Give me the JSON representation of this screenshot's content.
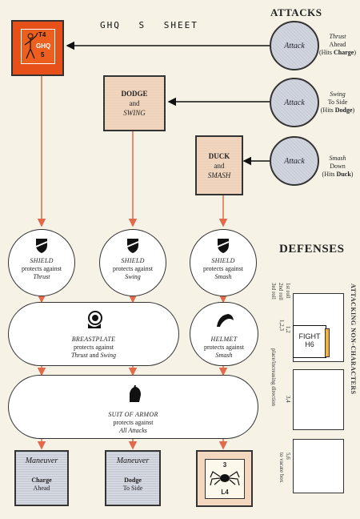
{
  "header": {
    "title": "GHQ S SHEET"
  },
  "attacks": {
    "title": "ATTACKS",
    "items": [
      {
        "label": "Attack",
        "name": "Thrust",
        "line2": "Ahead",
        "hits_prefix": "(Hits ",
        "hits": "Charge",
        "hits_suffix": ")"
      },
      {
        "label": "Attack",
        "name": "Swing",
        "line2": "To Side",
        "hits_prefix": "(Hits ",
        "hits": "Dodge",
        "hits_suffix": ")"
      },
      {
        "label": "Attack",
        "name": "Smash",
        "line2": "Down",
        "hits_prefix": "(Hits ",
        "hits": "Duck",
        "hits_suffix": ")"
      }
    ]
  },
  "counter_boxes": [
    {
      "line1": "DODGE",
      "line2": "and",
      "line3": "SWING"
    },
    {
      "line1": "DUCK",
      "line2": "and",
      "line3": "SMASH"
    }
  ],
  "hero_counter": {
    "top": "T4",
    "mid": "GHQ",
    "bottom": "5"
  },
  "defenses": {
    "title": "DEFENSES",
    "shields": [
      {
        "name": "SHIELD",
        "text": "protects against",
        "target": "Thrust"
      },
      {
        "name": "SHIELD",
        "text": "protects against",
        "target": "Swing"
      },
      {
        "name": "SHIELD",
        "text": "protects against",
        "target": "Smash"
      }
    ],
    "breastplate": {
      "name": "BREASTPLATE",
      "text": "protects against",
      "target": "Thrust",
      "joiner": "and",
      "target2": "Swing"
    },
    "helmet": {
      "name": "HELMET",
      "text": "protects against",
      "target": "Smash"
    },
    "armor": {
      "name": "SUIT OF ARMOR",
      "text": "protects against",
      "target": "All Attacks"
    }
  },
  "maneuvers": [
    {
      "title": "Maneuver",
      "line1": "Charge",
      "line2": "Ahead"
    },
    {
      "title": "Maneuver",
      "line1": "Dodge",
      "line2": "To Side"
    }
  ],
  "creature": {
    "top": "3",
    "bottom": "L4"
  },
  "npc": {
    "title": "ATTACKING NON-CHARACTERS",
    "rolls": [
      "1st roll",
      "2nd roll",
      "3rd roll"
    ],
    "ranges": [
      "1,2",
      "3,4",
      "5,6"
    ],
    "range0_prefix": "1,2,3",
    "note_a": "place/increasing direction",
    "note_b": "to vacate box",
    "fight": {
      "line1": "FIGHT",
      "line2": "H6"
    }
  },
  "colors": {
    "accent": "#e8501a",
    "beige": "#f3d7bf",
    "attack_fill": "#c9cdd8",
    "arrow": "#e06a4a"
  }
}
